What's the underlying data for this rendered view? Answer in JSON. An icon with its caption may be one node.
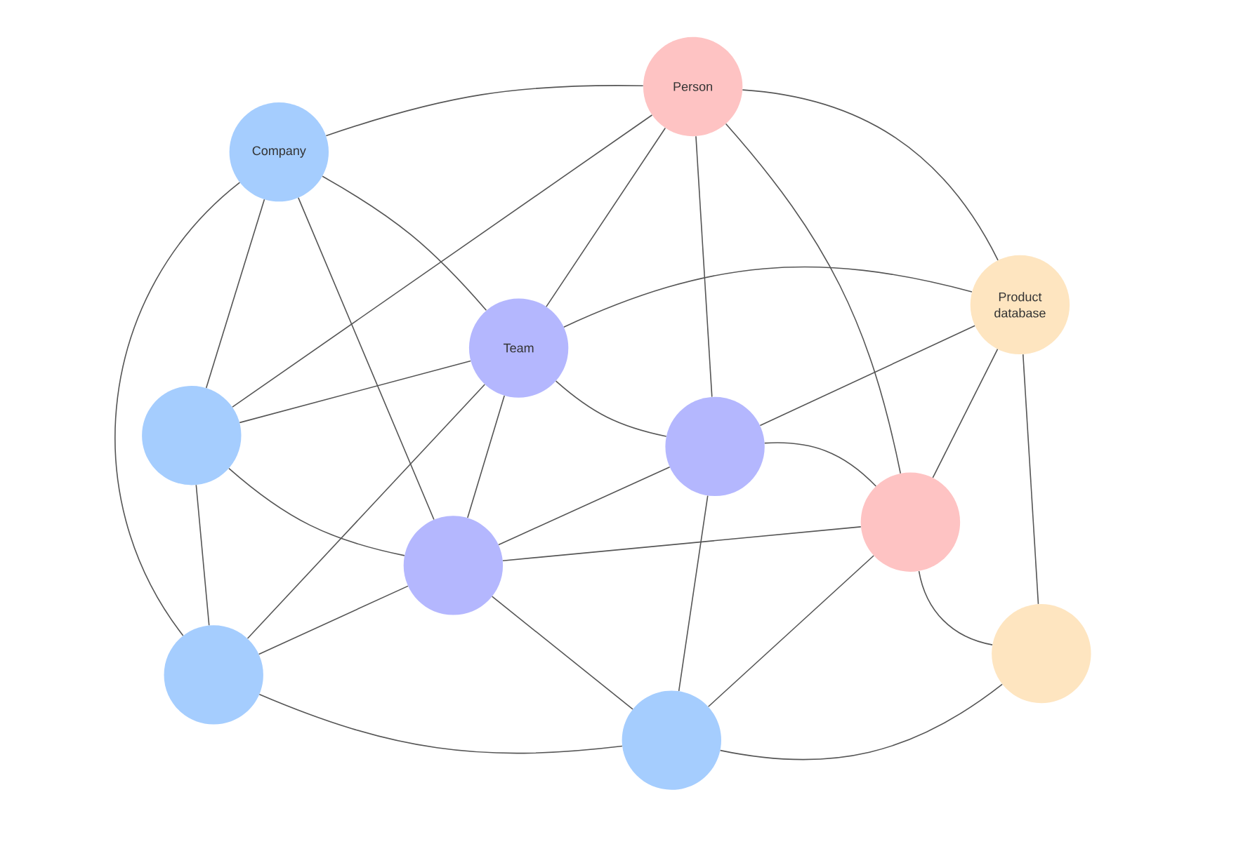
{
  "diagram": {
    "nodes": [
      {
        "text": [
          "Person"
        ]
      },
      {
        "text": [
          "Company"
        ]
      },
      {
        "text": [
          "Product database"
        ]
      },
      {
        "text": [
          "Team"
        ]
      },
      {
        "text": [],
        "shape": "circle"
      },
      {
        "text": [],
        "shape": "circle"
      },
      {
        "text": [],
        "shape": "circle"
      },
      {
        "text": [],
        "shape": "circle"
      },
      {
        "text": [],
        "shape": "circle"
      },
      {
        "text": [],
        "shape": "circle"
      },
      {
        "text": [],
        "shape": "circle"
      }
    ],
    "edges": [
      {
        "from": 1,
        "to": 0,
        "arrow": "none"
      },
      {
        "from": 0,
        "to": 2,
        "arrow": "none"
      },
      {
        "from": 0,
        "to": 4,
        "arrow": "none"
      },
      {
        "from": 0,
        "to": 3,
        "arrow": "none"
      },
      {
        "from": 0,
        "to": 5,
        "arrow": "none"
      },
      {
        "from": 0,
        "to": 6,
        "arrow": "none"
      },
      {
        "from": 1,
        "to": 3,
        "arrow": "none"
      },
      {
        "from": 1,
        "to": 4,
        "arrow": "none"
      },
      {
        "from": 1,
        "to": 7,
        "arrow": "none"
      },
      {
        "from": 1,
        "to": 9,
        "arrow": "none"
      },
      {
        "from": 3,
        "to": 2,
        "arrow": "none"
      },
      {
        "from": 5,
        "to": 2,
        "arrow": "none"
      },
      {
        "from": 6,
        "to": 2,
        "arrow": "none"
      },
      {
        "from": 2,
        "to": 8,
        "arrow": "none"
      },
      {
        "from": 3,
        "to": 4,
        "arrow": "none"
      },
      {
        "from": 3,
        "to": 9,
        "arrow": "none"
      },
      {
        "from": 3,
        "to": 7,
        "arrow": "none"
      },
      {
        "from": 3,
        "to": 5,
        "arrow": "none"
      },
      {
        "from": 4,
        "to": 7,
        "arrow": "none"
      },
      {
        "from": 4,
        "to": 9,
        "arrow": "none"
      },
      {
        "from": 7,
        "to": 5,
        "arrow": "none"
      },
      {
        "from": 5,
        "to": 10,
        "arrow": "none"
      },
      {
        "from": 5,
        "to": 6,
        "arrow": "none"
      },
      {
        "from": 7,
        "to": 6,
        "arrow": "none"
      },
      {
        "from": 9,
        "to": 7,
        "arrow": "none"
      },
      {
        "from": 7,
        "to": 10,
        "arrow": "none"
      },
      {
        "from": 6,
        "to": 10,
        "arrow": "none"
      },
      {
        "from": 6,
        "to": 8,
        "arrow": "none"
      },
      {
        "from": 9,
        "to": 10,
        "arrow": "none"
      },
      {
        "from": 10,
        "to": 8,
        "arrow": "none"
      }
    ]
  }
}
